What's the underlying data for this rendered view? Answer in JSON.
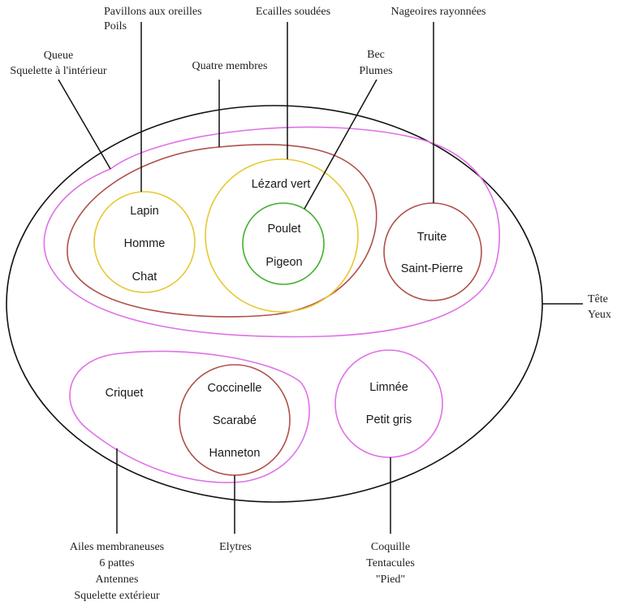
{
  "colors": {
    "outer": "#111111",
    "pink": "#e070e8",
    "red": "#b0504a",
    "yellow": "#e8c832",
    "green": "#44b030"
  },
  "sets": {
    "lapin_group": [
      "Lapin",
      "Homme",
      "Chat"
    ],
    "lezard": "Lézard vert",
    "birds": [
      "Poulet",
      "Pigeon"
    ],
    "fish": [
      "Truite",
      "Saint-Pierre"
    ],
    "criquet": "Criquet",
    "beetles": [
      "Coccinelle",
      "Scarabé",
      "Hanneton"
    ],
    "snails": [
      "Limnée",
      "Petit gris"
    ]
  },
  "labels": {
    "mammal": [
      "Pavillons aux oreilles",
      "Poils"
    ],
    "scales": "Ecailles soudées",
    "fins": "Nageoires rayonnées",
    "vertebrate": [
      "Queue",
      "Squelette à l'intérieur"
    ],
    "four_limbs": "Quatre membres",
    "bird": [
      "Bec",
      "Plumes"
    ],
    "all": [
      "Tête",
      "Yeux"
    ],
    "insect": [
      "Ailes membraneuses",
      "6 pattes",
      "Antennes",
      "Squelette extérieur"
    ],
    "elytra": "Elytres",
    "mollusc": [
      "Coquille",
      "Tentacules",
      "\"Pied\""
    ]
  }
}
